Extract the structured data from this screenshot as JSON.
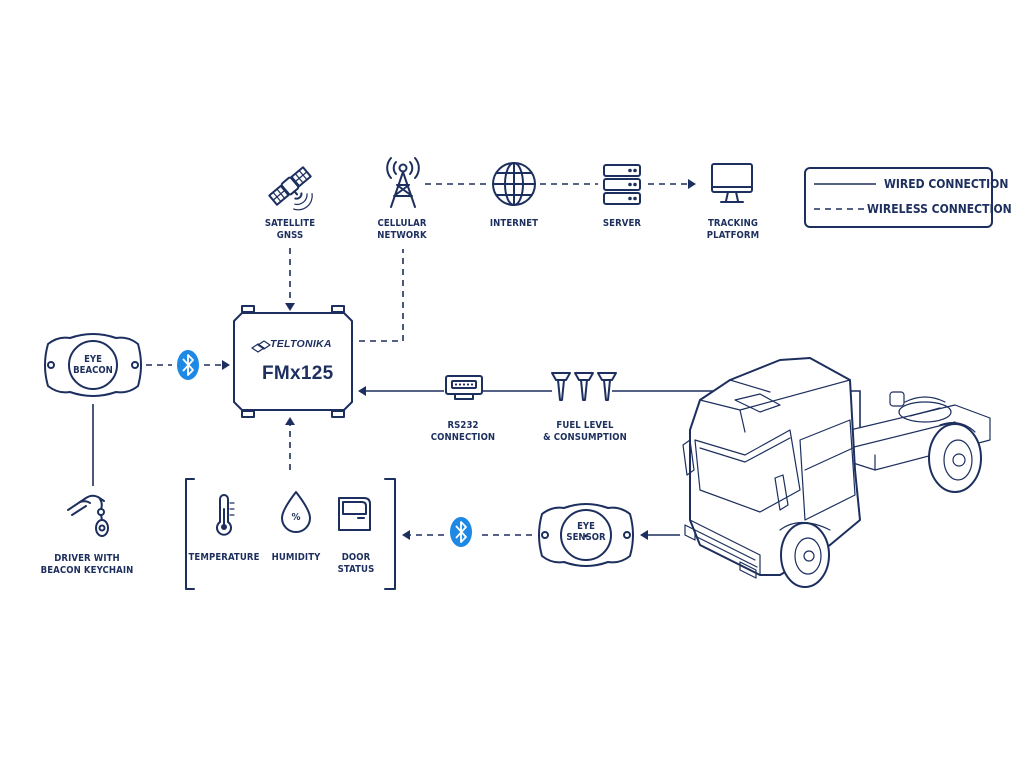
{
  "legend": {
    "wired": "WIRED CONNECTION",
    "wireless": "WIRELESS CONNECTION"
  },
  "device": {
    "brand": "TELTONIKA",
    "model": "FMx125"
  },
  "nodes": {
    "satellite": "SATELLITE\nGNSS",
    "cellular": "CELLULAR\nNETWORK",
    "internet": "INTERNET",
    "server": "SERVER",
    "tracking": "TRACKING\nPLATFORM",
    "rs232": "RS232\nCONNECTION",
    "fuel": "FUEL LEVEL\n& CONSUMPTION",
    "driver": "DRIVER WITH\nBEACON KEYCHAIN",
    "temperature": "TEMPERATURE",
    "humidity": "HUMIDITY",
    "door": "DOOR\nSTATUS",
    "humidity_symbol": "%"
  },
  "beacons": {
    "eye_beacon": "EYE\nBEACON",
    "eye_sensor": "EYE\nSENSOR"
  },
  "colors": {
    "navy": "#1d2f5e",
    "bluetooth": "#1e88e5"
  },
  "icons": [
    "satellite-icon",
    "cell-tower-icon",
    "globe-icon",
    "server-icon",
    "monitor-icon",
    "bluetooth-icon",
    "thermometer-icon",
    "droplet-icon",
    "door-icon",
    "hand-keychain-icon",
    "rs232-icon",
    "fuel-sensor-icon",
    "truck-icon"
  ]
}
